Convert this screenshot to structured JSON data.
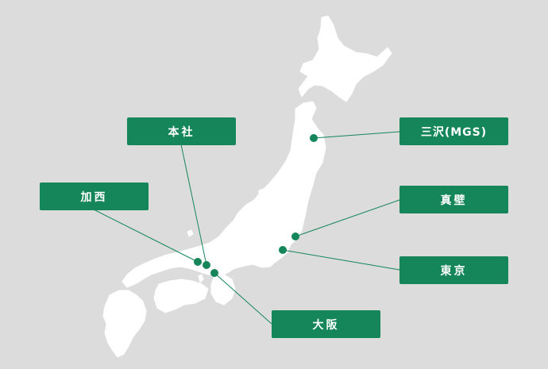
{
  "map": {
    "land_color": "#ffffff",
    "sea_color": "#dcdcdc",
    "accent_color": "#14865a"
  },
  "locations": [
    {
      "id": "honsha",
      "label": "本社"
    },
    {
      "id": "kasai",
      "label": "加西"
    },
    {
      "id": "misawa",
      "label": "三沢(MGS)"
    },
    {
      "id": "makabe",
      "label": "真壁"
    },
    {
      "id": "tokyo",
      "label": "東京"
    },
    {
      "id": "osaka",
      "label": "大阪"
    }
  ]
}
